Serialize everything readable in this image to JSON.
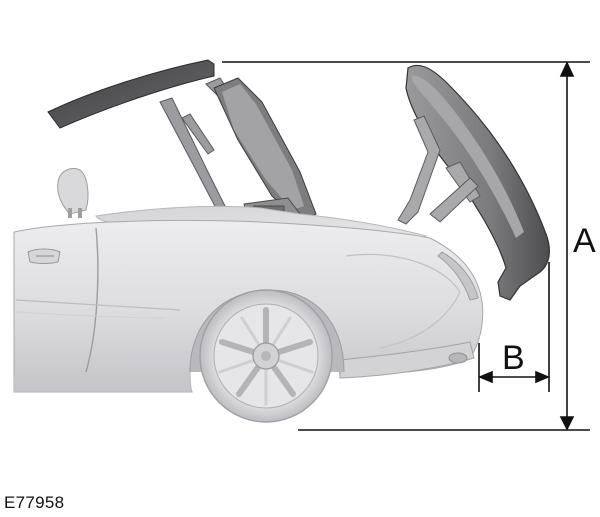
{
  "figure": {
    "dimension_labels": {
      "a": "A",
      "b": "B"
    },
    "figure_code": "E77958",
    "colors": {
      "body_light": "#e4e4e6",
      "body_mid": "#cfcfd2",
      "body_shadow": "#b3b3b7",
      "roof_dark": "#5c5c5e",
      "roof_mid": "#8a8a8d",
      "line": "#111111"
    }
  }
}
